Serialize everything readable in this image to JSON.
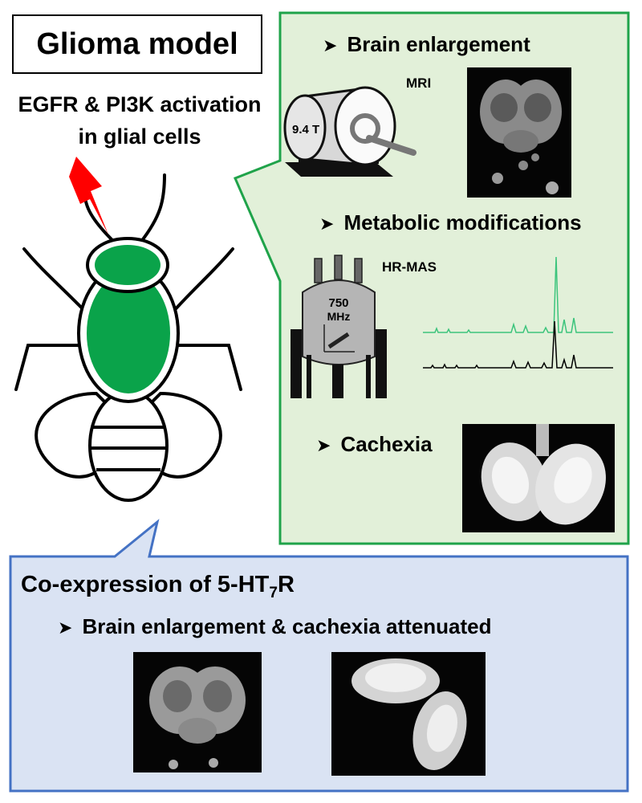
{
  "title": "Glioma model",
  "model_description_line1": "EGFR & PI3K activation",
  "model_description_line2": "in glial cells",
  "top_panel": {
    "brain_enlargement": "Brain enlargement",
    "mri_label": "MRI",
    "magnet_label": "9.4 T",
    "metabolic": "Metabolic modifications",
    "hrmas_label": "HR-MAS",
    "spectrometer_label_line1": "750",
    "spectrometer_label_line2": "MHz",
    "cachexia": "Cachexia"
  },
  "bottom_panel": {
    "heading_prefix": "Co-expression of 5-HT",
    "heading_sub": "7",
    "heading_suffix": "R",
    "bullet": "Brain enlargement & cachexia attenuated"
  },
  "colors": {
    "green_panel_bg": "#e2f0d9",
    "green_panel_border": "#1fa34a",
    "blue_panel_bg": "#dae3f3",
    "blue_panel_border": "#4472c4",
    "fly_green": "#0aa34a",
    "lightning_red": "#ff0000",
    "spectrum_green": "#3cc47c"
  }
}
